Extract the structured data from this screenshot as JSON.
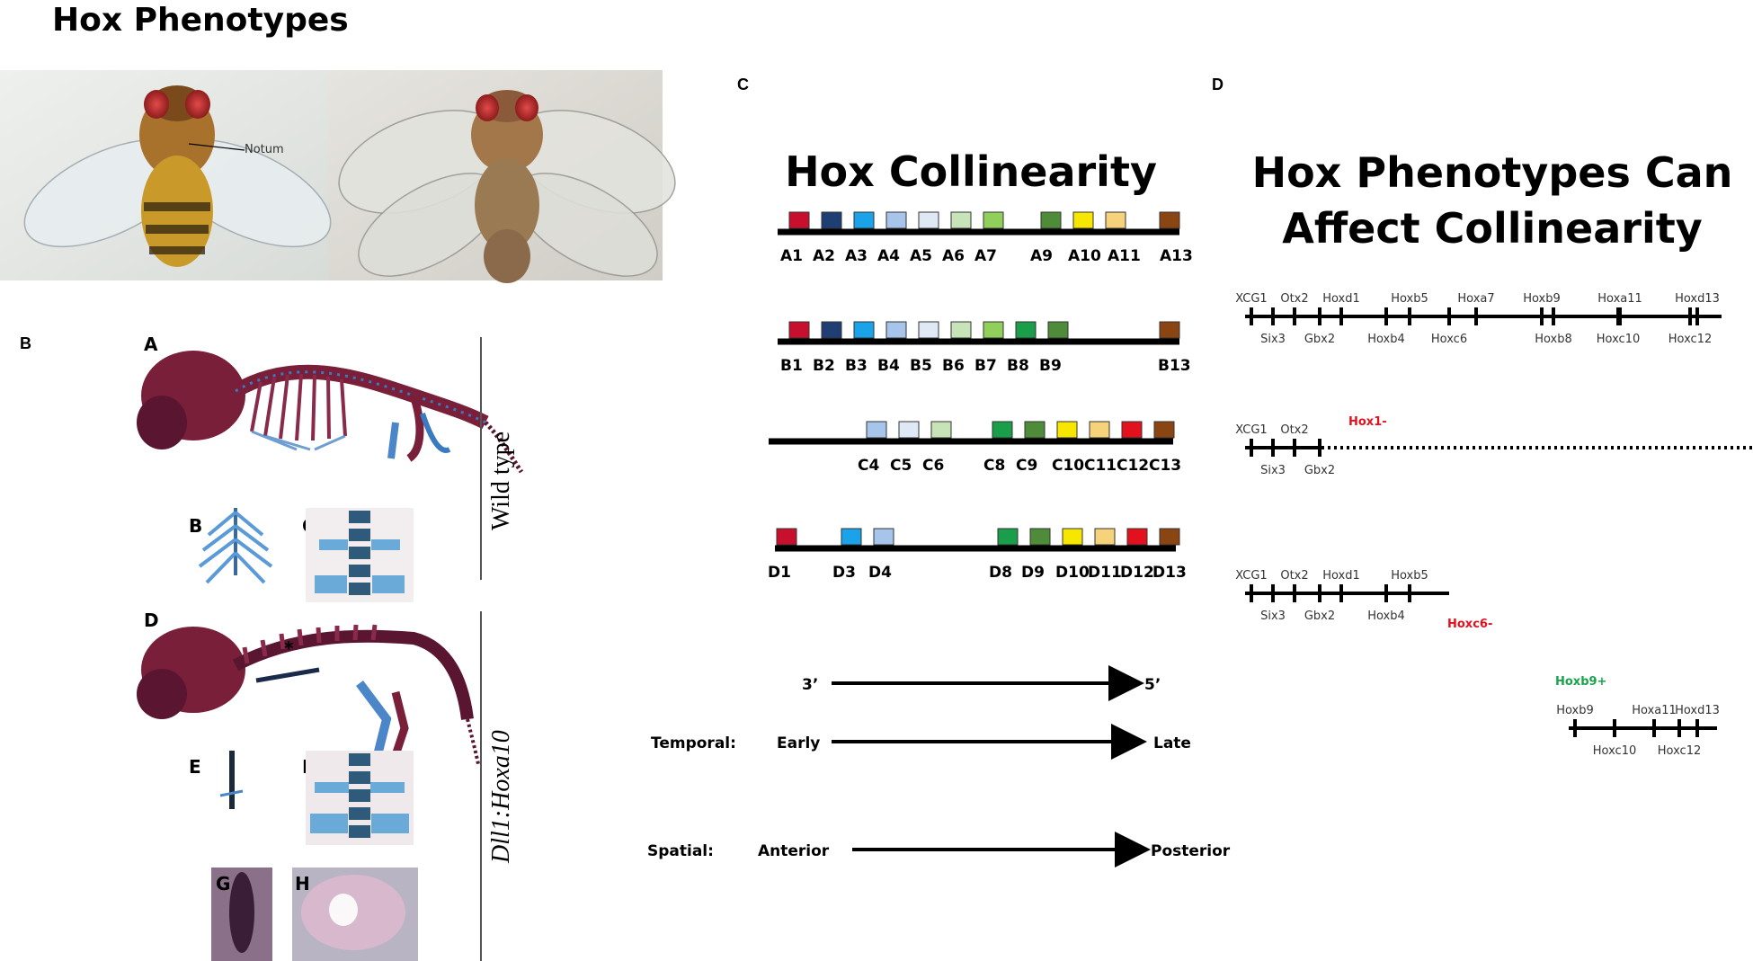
{
  "title": "Hox Phenotypes",
  "panels": {
    "a": "A",
    "b": "B",
    "c": "C",
    "d": "D"
  },
  "panel_a": {
    "annotation": "Notum"
  },
  "panel_b": {
    "sublabels": [
      "A",
      "B",
      "C",
      "D",
      "E",
      "F",
      "G",
      "H"
    ],
    "asterisk": "*",
    "wild_type_label": "Wild type",
    "mutant_label": "Dll1:Hoxa10"
  },
  "panel_c": {
    "title": "Hox Collinearity",
    "clusters": [
      {
        "id": "a",
        "genes": [
          {
            "label": "A1",
            "color": "#c8102e"
          },
          {
            "label": "A2",
            "color": "#1f3e73"
          },
          {
            "label": "A3",
            "color": "#1aa3e8"
          },
          {
            "label": "A4",
            "color": "#a7c4ea"
          },
          {
            "label": "A5",
            "color": "#dfe9f5"
          },
          {
            "label": "A6",
            "color": "#c7e3b8"
          },
          {
            "label": "A7",
            "color": "#8fcf5a"
          },
          {
            "label": "A9",
            "color": "#4e8c3a"
          },
          {
            "label": "A10",
            "color": "#f7e600"
          },
          {
            "label": "A11",
            "color": "#f6d27a"
          },
          {
            "label": "A13",
            "color": "#8b4513"
          }
        ]
      },
      {
        "id": "b",
        "genes": [
          {
            "label": "B1",
            "color": "#c8102e"
          },
          {
            "label": "B2",
            "color": "#1f3e73"
          },
          {
            "label": "B3",
            "color": "#1aa3e8"
          },
          {
            "label": "B4",
            "color": "#a7c4ea"
          },
          {
            "label": "B5",
            "color": "#dfe9f5"
          },
          {
            "label": "B6",
            "color": "#c7e3b8"
          },
          {
            "label": "B7",
            "color": "#8fcf5a"
          },
          {
            "label": "B8",
            "color": "#1a9e4a"
          },
          {
            "label": "B9",
            "color": "#4e8c3a"
          },
          {
            "label": "B13",
            "color": "#8b4513"
          }
        ]
      },
      {
        "id": "c",
        "genes": [
          {
            "label": "C4",
            "color": "#a7c4ea"
          },
          {
            "label": "C5",
            "color": "#dfe9f5"
          },
          {
            "label": "C6",
            "color": "#c7e3b8"
          },
          {
            "label": "C8",
            "color": "#1a9e4a"
          },
          {
            "label": "C9",
            "color": "#4e8c3a"
          },
          {
            "label": "C10",
            "color": "#f7e600"
          },
          {
            "label": "C11",
            "color": "#f6d27a"
          },
          {
            "label": "C12",
            "color": "#e3101e"
          },
          {
            "label": "C13",
            "color": "#8b4513"
          }
        ]
      },
      {
        "id": "d",
        "genes": [
          {
            "label": "D1",
            "color": "#c8102e"
          },
          {
            "label": "D3",
            "color": "#1aa3e8"
          },
          {
            "label": "D4",
            "color": "#a7c4ea"
          },
          {
            "label": "D8",
            "color": "#1a9e4a"
          },
          {
            "label": "D9",
            "color": "#4e8c3a"
          },
          {
            "label": "D10",
            "color": "#f7e600"
          },
          {
            "label": "D11",
            "color": "#f6d27a"
          },
          {
            "label": "D12",
            "color": "#e3101e"
          },
          {
            "label": "D13",
            "color": "#8b4513"
          }
        ]
      }
    ],
    "arrows": [
      {
        "label": "",
        "start": "3’",
        "end": "5’"
      },
      {
        "label": "Temporal:",
        "start": "Early",
        "end": "Late"
      },
      {
        "label": "Spatial:",
        "start": "Anterior",
        "end": "Posterior"
      }
    ]
  },
  "panel_d": {
    "title_line1": "Hox Phenotypes Can",
    "title_line2": "Affect Collinearity",
    "rows": [
      {
        "top": [
          "XCG1",
          "Otx2",
          "Hoxd1",
          "Hoxb5",
          "Hoxa7",
          "Hoxb9",
          "Hoxa11",
          "Hoxd13"
        ],
        "bottom": [
          "Six3",
          "Gbx2",
          "Hoxb4",
          "Hoxc6",
          "Hoxb8",
          "Hoxc10",
          "Hoxc12"
        ]
      },
      {
        "top": [
          "XCG1",
          "Otx2"
        ],
        "bottom": [
          "Six3",
          "Gbx2"
        ],
        "mutation": "Hox1-",
        "mutation_color": "#e3101e"
      },
      {
        "top": [
          "XCG1",
          "Otx2",
          "Hoxd1",
          "Hoxb5"
        ],
        "bottom": [
          "Six3",
          "Gbx2",
          "Hoxb4"
        ],
        "mutation": "Hoxc6-",
        "mutation_color": "#e3101e"
      },
      {
        "mutation": "Hoxb9+",
        "mutation_color": "#1aa34a",
        "top": [
          "Hoxb9",
          "Hoxa11",
          "Hoxd13"
        ],
        "bottom": [
          "Hoxc10",
          "Hoxc12"
        ]
      }
    ]
  }
}
